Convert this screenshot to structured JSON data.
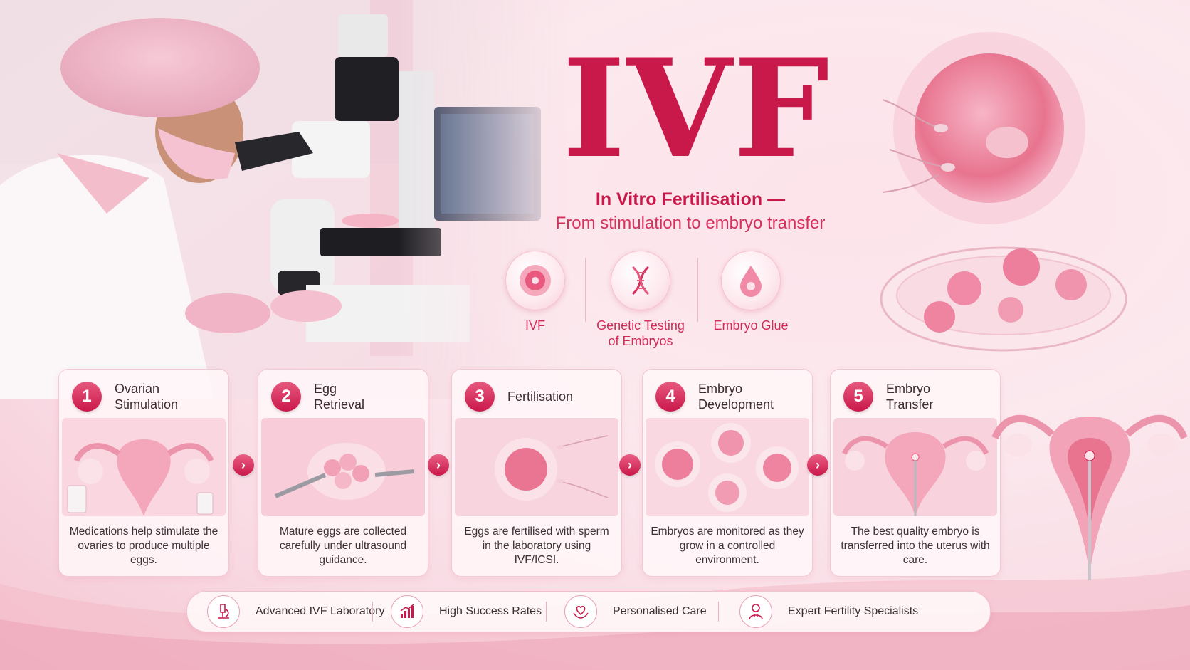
{
  "header": {
    "title": "IVF",
    "subtitle_line1": "In Vitro Fertilisation —",
    "subtitle_line2": "From stimulation to embryo transfer"
  },
  "services": [
    {
      "label": "IVF",
      "icon": "egg-cell-icon"
    },
    {
      "label": "Genetic Testing\nof Embryos",
      "icon": "dna-icon"
    },
    {
      "label": "Embryo Glue",
      "icon": "droplet-icon"
    }
  ],
  "steps": [
    {
      "number": "1",
      "title": "Ovarian\nStimulation",
      "description": "Medications help stimulate the ovaries to produce multiple eggs.",
      "image": "ovaries-illustration"
    },
    {
      "number": "2",
      "title": "Egg\nRetrieval",
      "description": "Mature eggs are collected carefully under ultrasound guidance.",
      "image": "egg-retrieval-illustration"
    },
    {
      "number": "3",
      "title": "Fertilisation",
      "description": "Eggs are fertilised with sperm in the laboratory using IVF/ICSI.",
      "image": "fertilisation-illustration"
    },
    {
      "number": "4",
      "title": "Embryo\nDevelopment",
      "description": "Embryos are monitored as they grow in a controlled environment.",
      "image": "embryo-illustration"
    },
    {
      "number": "5",
      "title": "Embryo\nTransfer",
      "description": "The best quality embryo is transferred into the uterus with care.",
      "image": "transfer-illustration"
    }
  ],
  "arrow_symbol": "›",
  "features": [
    {
      "label": "Advanced IVF Laboratory",
      "icon": "microscope-icon"
    },
    {
      "label": "High Success Rates",
      "icon": "growth-chart-icon"
    },
    {
      "label": "Personalised Care",
      "icon": "heart-hands-icon"
    },
    {
      "label": "Expert Fertility Specialists",
      "icon": "doctor-icon"
    }
  ],
  "colors": {
    "brand": "#c9184a",
    "accent": "#e8587f",
    "background": "#fbe9ee"
  }
}
